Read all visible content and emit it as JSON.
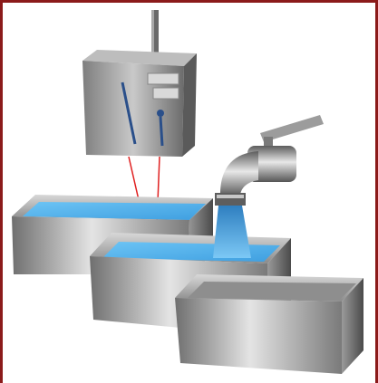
{
  "image": {
    "description_items": [
      "level-sensor",
      "laser-beam",
      "faucet",
      "water-stream",
      "tank-left",
      "tank-middle",
      "tank-right"
    ]
  },
  "colors": {
    "frame": "#8b1a1a",
    "water": "#55b4f0",
    "laser": "#e02020",
    "metal_light": "#e6e6e6",
    "metal_dark": "#3c3c3c"
  }
}
